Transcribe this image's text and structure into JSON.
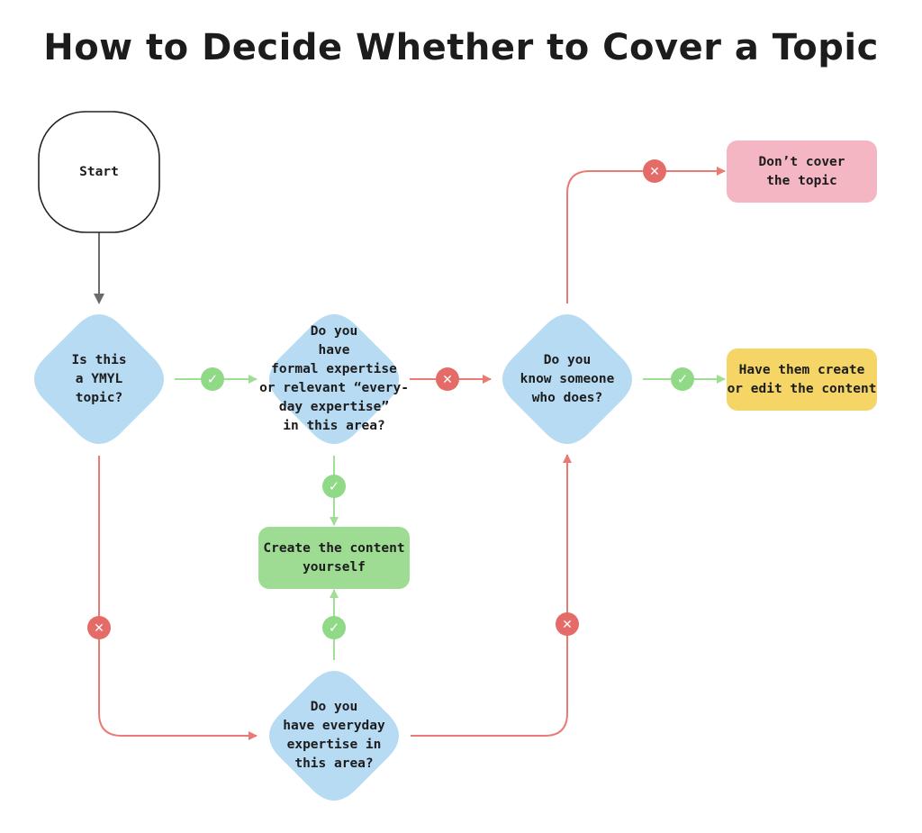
{
  "title": "How to Decide Whether to Cover a Topic",
  "colors": {
    "decision_fill": "#b7dbf3",
    "start_stroke": "#222222",
    "yes_line": "#9fdf95",
    "yes_badge": "#8fd987",
    "no_line": "#ea7a74",
    "no_badge": "#e56b68",
    "gray_line": "#6b6b6b",
    "dont_cover_fill": "#f5b6c4",
    "have_them_fill": "#f5d565",
    "create_yourself_fill": "#9edc93"
  },
  "nodes": {
    "start": "Start",
    "ymyl": "Is this\na YMYL\ntopic?",
    "formal_expertise": "Do you\nhave\nformal expertise\nor relevant “every-\nday expertise”\nin this area?",
    "know_someone": "Do you\nknow someone\nwho does?",
    "dont_cover": "Don’t cover\nthe topic",
    "have_them": "Have them create\nor edit the content",
    "create_yourself": "Create the content\nyourself",
    "everyday_expertise": "Do you\nhave everyday\nexpertise in\nthis area?"
  },
  "badges": {
    "yes_symbol": "✓",
    "no_symbol": "✕"
  }
}
